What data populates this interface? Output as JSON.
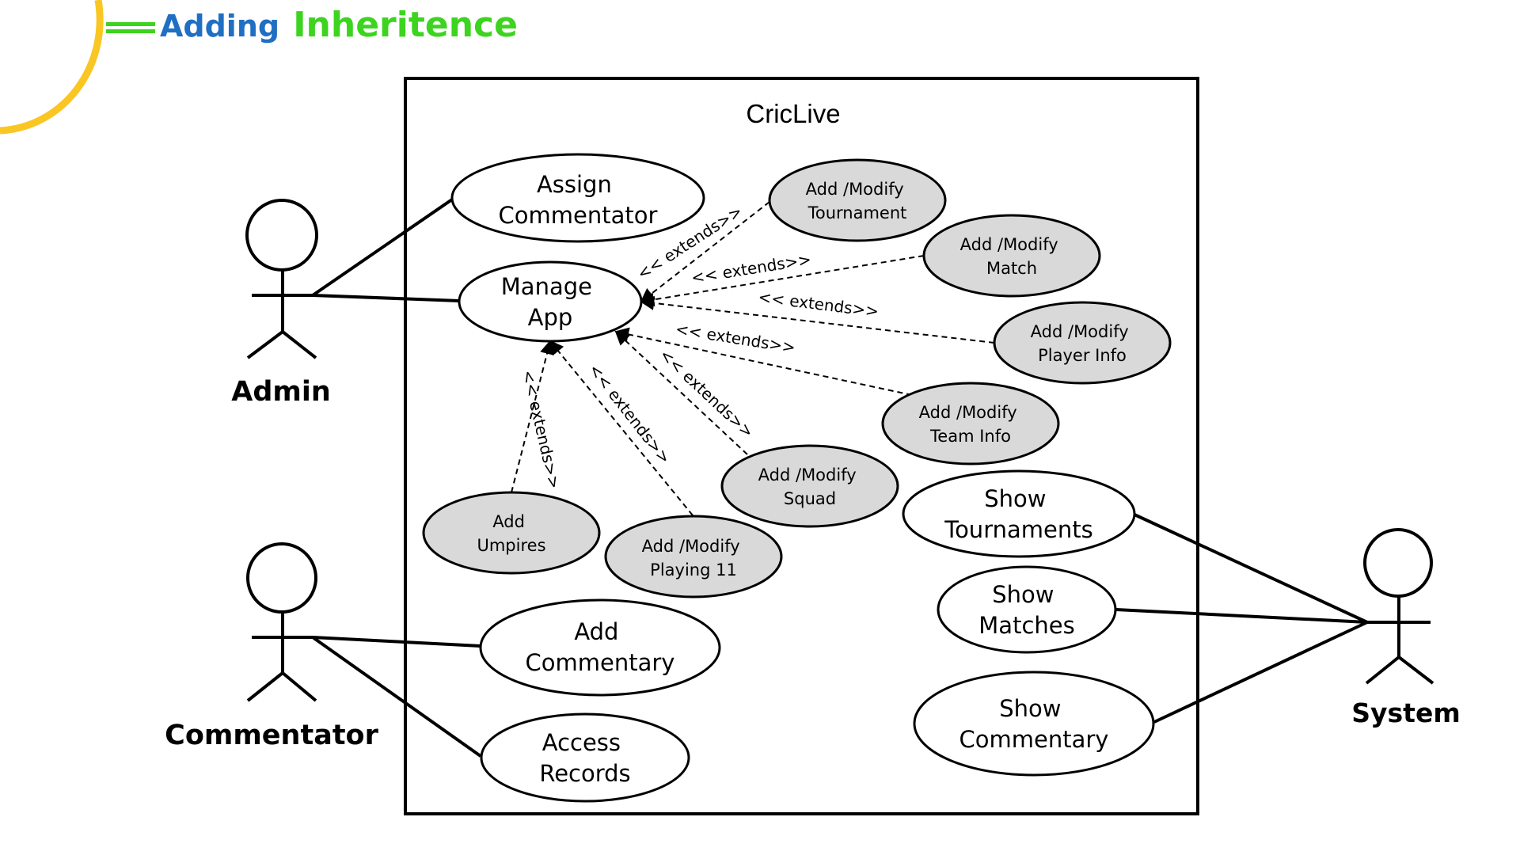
{
  "header": {
    "title_part1": "Adding",
    "title_part2": "Inheritence"
  },
  "colors": {
    "accent_ring": "#f9c623",
    "title_blue": "#1f6fc3",
    "title_green": "#3dd41f",
    "extension_fill": "#d9d9d9"
  },
  "system": {
    "name": "CricLive"
  },
  "actors": {
    "admin": "Admin",
    "commentator": "Commentator",
    "system": "System"
  },
  "use_cases": {
    "assign_commentator": [
      "Assign",
      "Commentator"
    ],
    "manage_app": [
      "Manage",
      "App"
    ],
    "add_commentary": [
      "Add",
      "Commentary"
    ],
    "access_records": [
      "Access",
      "Records"
    ],
    "show_tournaments": [
      "Show",
      "Tournaments"
    ],
    "show_matches": [
      "Show",
      "Matches"
    ],
    "show_commentary": [
      "Show",
      "Commentary"
    ]
  },
  "extensions": {
    "tournament": [
      "Add /Modify",
      "Tournament"
    ],
    "match": [
      "Add /Modify",
      "Match"
    ],
    "player_info": [
      "Add /Modify",
      "Player Info"
    ],
    "team_info": [
      "Add /Modify",
      "Team Info"
    ],
    "squad": [
      "Add /Modify",
      "Squad"
    ],
    "playing11": [
      "Add /Modify",
      "Playing 11"
    ],
    "umpires": [
      "Add",
      "Umpires"
    ]
  },
  "relation_label": "<< extends>>"
}
